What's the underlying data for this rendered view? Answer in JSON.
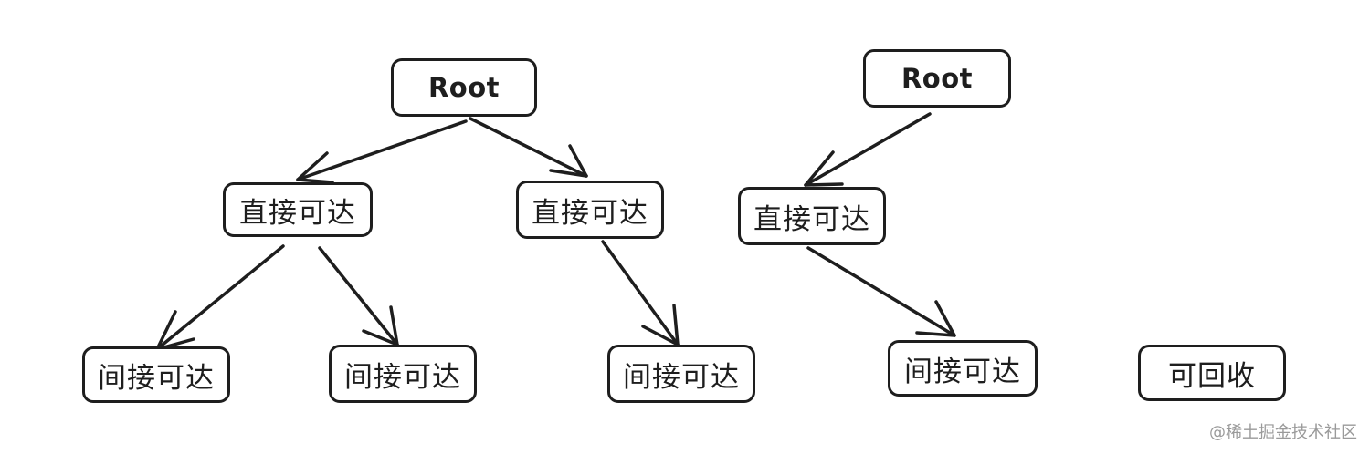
{
  "diagram": {
    "stroke_color": "#1e1e1e",
    "background": "#ffffff",
    "nodes": {
      "root1": "Root",
      "root2": "Root",
      "direct1": "直接可达",
      "direct2": "直接可达",
      "direct3": "直接可达",
      "indirect1": "间接可达",
      "indirect2": "间接可达",
      "indirect3": "间接可达",
      "indirect4": "间接可达",
      "collectable": "可回收"
    },
    "edges": [
      [
        "root1",
        "direct1"
      ],
      [
        "root1",
        "direct2"
      ],
      [
        "direct1",
        "indirect1"
      ],
      [
        "direct1",
        "indirect2"
      ],
      [
        "direct2",
        "indirect3"
      ],
      [
        "root2",
        "direct3"
      ],
      [
        "direct3",
        "indirect4"
      ]
    ]
  },
  "watermark": "@稀土掘金技术社区"
}
